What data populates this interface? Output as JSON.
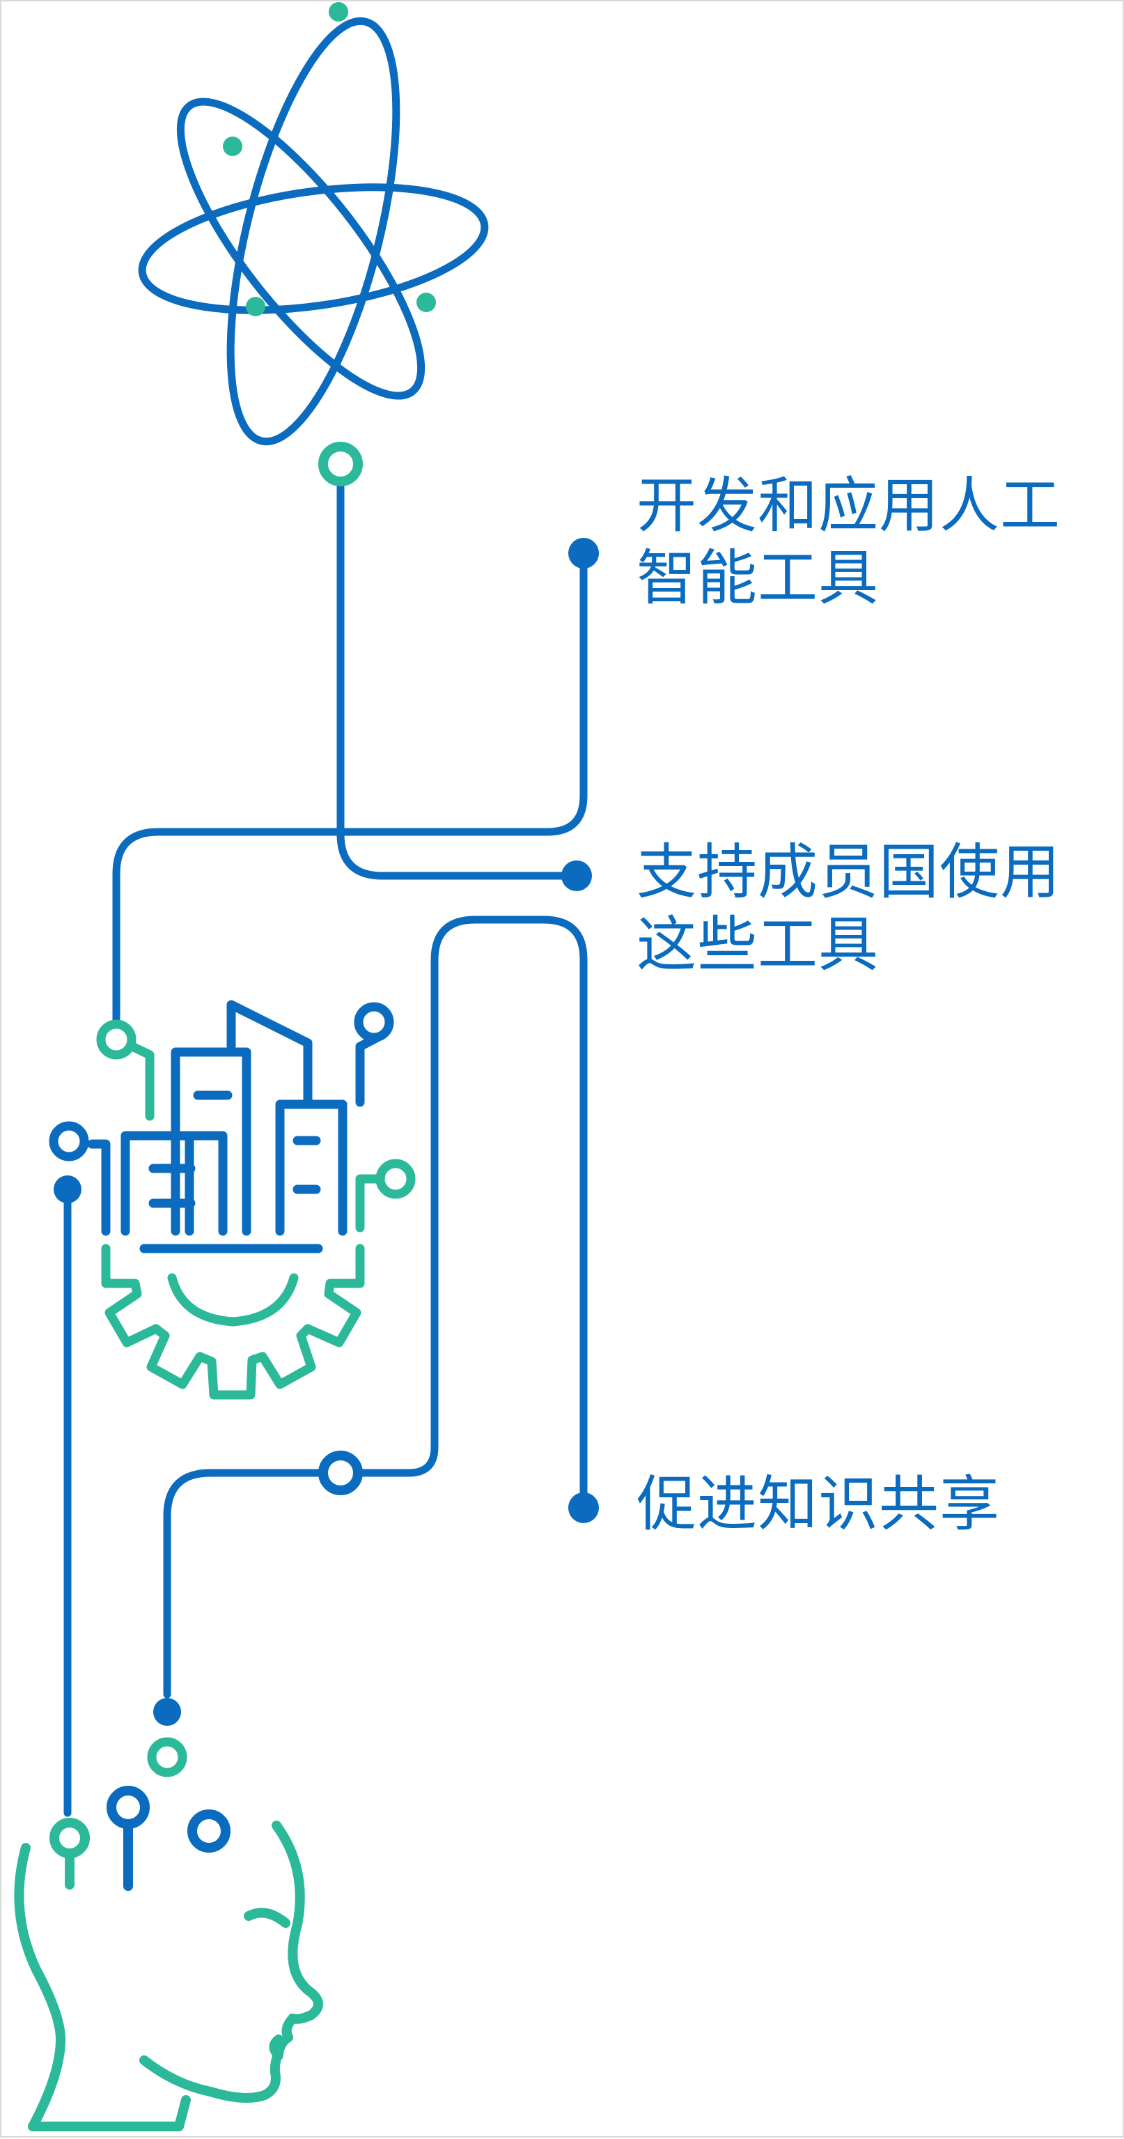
{
  "labels": {
    "item1": "开发和应用人工\n智能工具",
    "item2": "支持成员国使用\n这些工具",
    "item3": "促进知识共享"
  },
  "icons": {
    "top": "atom-icon",
    "middle": "smart-city-gear-icon",
    "bottom": "human-head-circuit-icon"
  },
  "colors": {
    "blue": "#0a6bbf",
    "green": "#2bb99a",
    "text": "#0a6bbf",
    "background": "#ffffff"
  }
}
